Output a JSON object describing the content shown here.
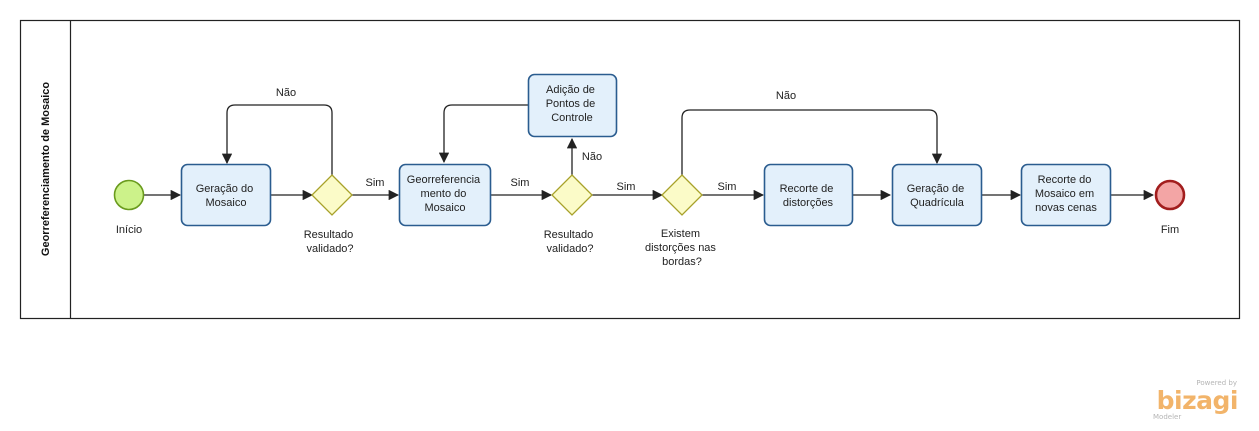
{
  "pool": {
    "title": "Georreferenciamento de Mosaico"
  },
  "events": {
    "start": "Início",
    "end": "Fim"
  },
  "tasks": {
    "mosaic_generation": [
      "Geração do",
      "Mosaico"
    ],
    "georeferencing": [
      "Georreferencia",
      "mento do",
      "Mosaico"
    ],
    "add_control_points": [
      "Adição de",
      "Pontos de",
      "Controle"
    ],
    "distortion_crop": [
      "Recorte de",
      "distorções"
    ],
    "grid_generation": [
      "Geração de",
      "Quadrícula"
    ],
    "mosaic_crop": [
      "Recorte do",
      "Mosaico em",
      "novas cenas"
    ]
  },
  "gateways": {
    "g1": [
      "Resultado",
      "validado?"
    ],
    "g2": [
      "Resultado",
      "validado?"
    ],
    "g3": [
      "Existem",
      "distorções nas",
      "bordas?"
    ]
  },
  "flow_labels": {
    "g1_no": "Não",
    "g1_yes": "Sim",
    "georef_yes": "Sim",
    "g2_no": "Não",
    "g2_yes": "Sim",
    "g3_no": "Não",
    "g3_yes": "Sim"
  },
  "branding": {
    "powered": "Powered by",
    "name": "bizagi",
    "product": "Modeler"
  },
  "colors": {
    "task_fill": "#e3f0fb",
    "task_stroke": "#2a5c8f",
    "gateway_fill": "#fbfbc8",
    "start_fill": "#ccf28a",
    "end_fill": "#f3a5a5"
  }
}
